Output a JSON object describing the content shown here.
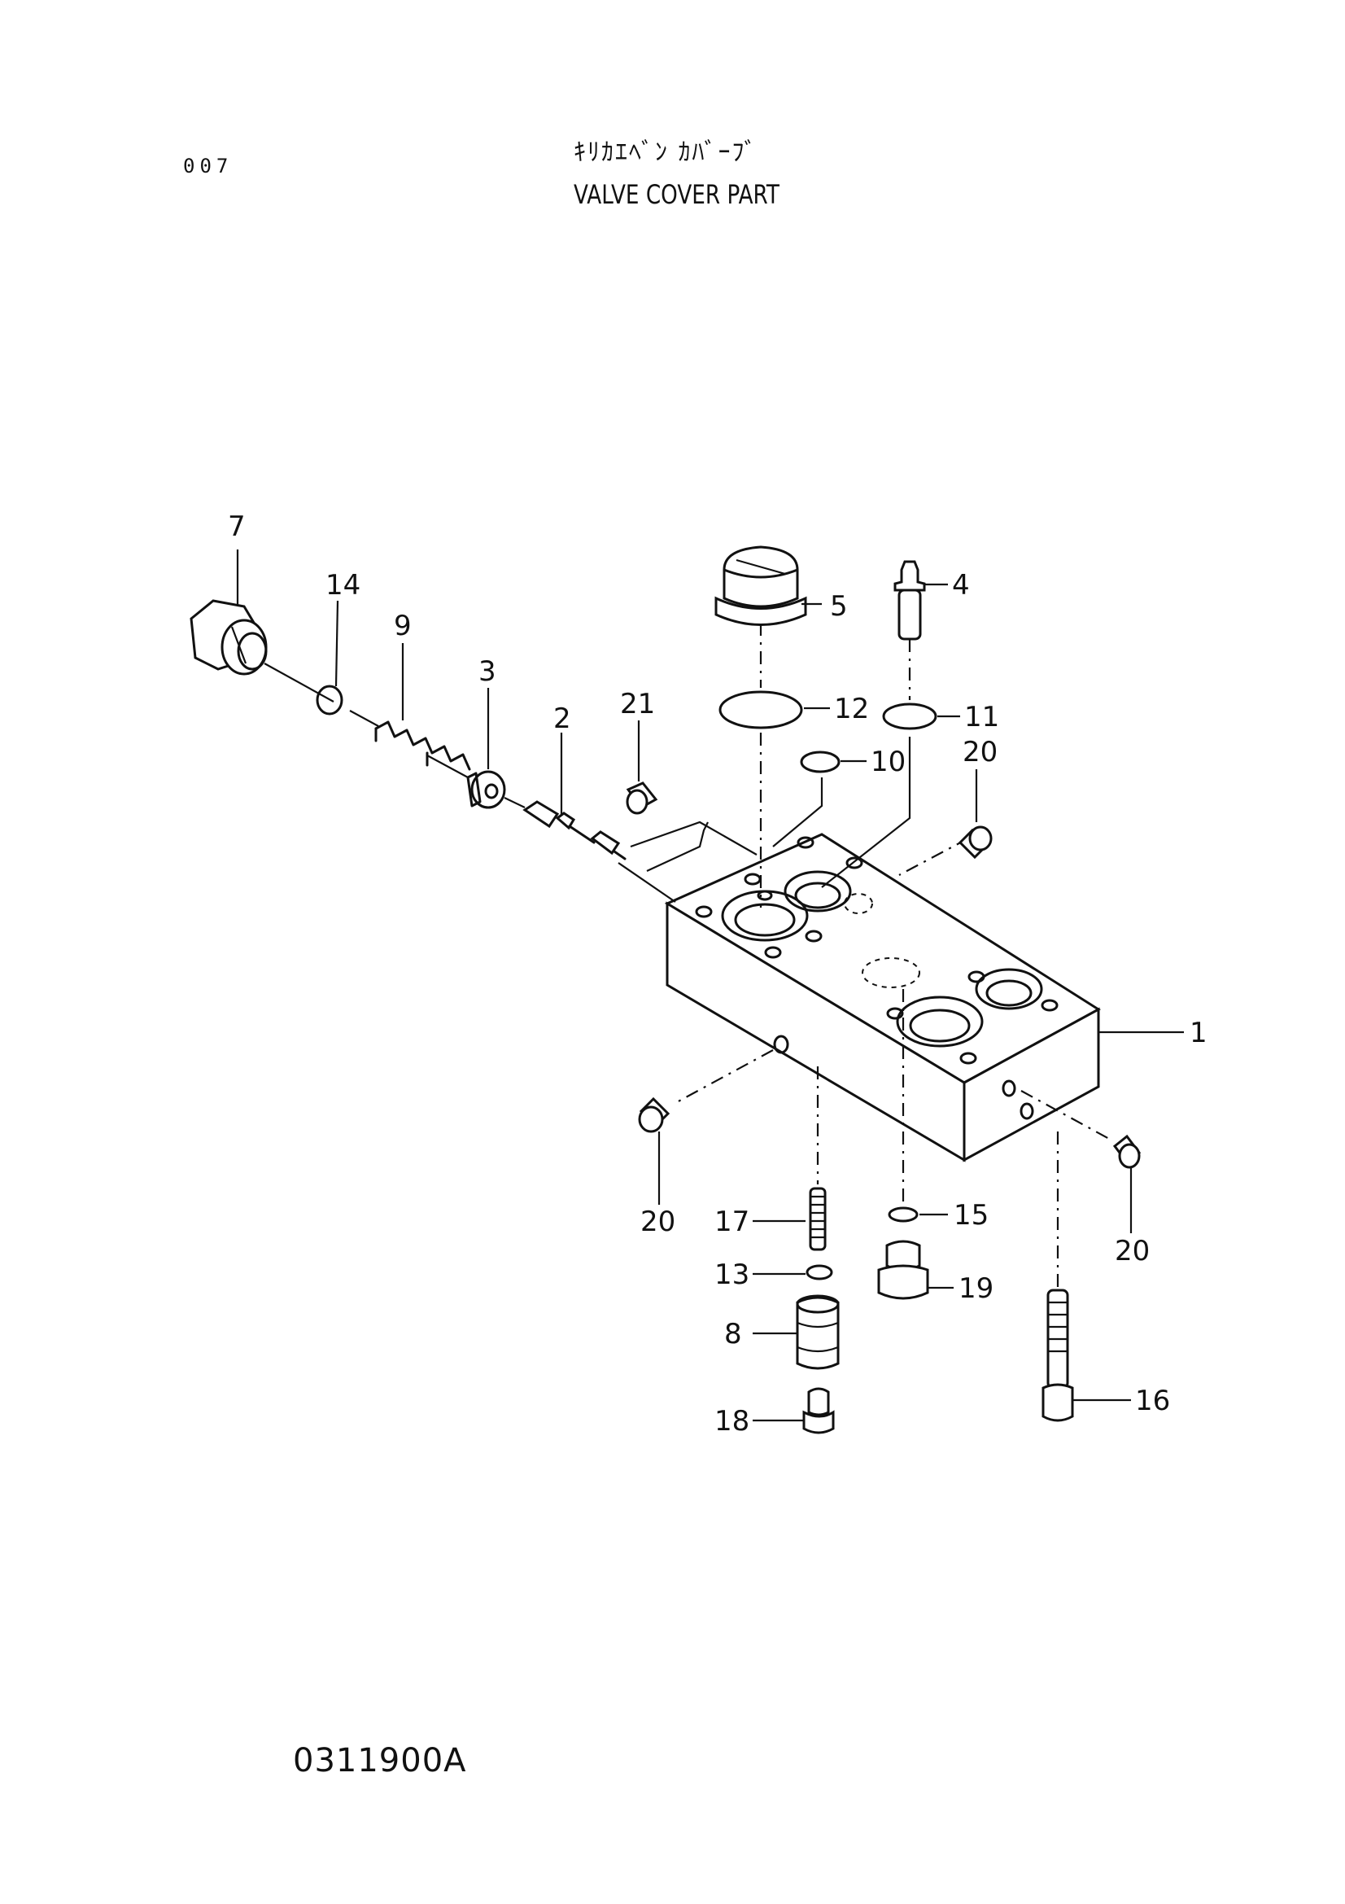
{
  "header": {
    "page_number": "007",
    "title_jp": "ｷﾘｶｴﾍﾞﾝ ｶﾊﾞｰﾌﾞ",
    "title_en": "VALVE COVER PART"
  },
  "footer": {
    "drawing_code": "0311900A"
  },
  "callouts": [
    {
      "id": "c7",
      "label": "7"
    },
    {
      "id": "c14",
      "label": "14"
    },
    {
      "id": "c9",
      "label": "9"
    },
    {
      "id": "c3",
      "label": "3"
    },
    {
      "id": "c2",
      "label": "2"
    },
    {
      "id": "c21",
      "label": "21"
    },
    {
      "id": "c5",
      "label": "5"
    },
    {
      "id": "c4",
      "label": "4"
    },
    {
      "id": "c12",
      "label": "12"
    },
    {
      "id": "c11",
      "label": "11"
    },
    {
      "id": "c10",
      "label": "10"
    },
    {
      "id": "c20a",
      "label": "20"
    },
    {
      "id": "c1",
      "label": "1"
    },
    {
      "id": "c20b",
      "label": "20"
    },
    {
      "id": "c20c",
      "label": "20"
    },
    {
      "id": "c17",
      "label": "17"
    },
    {
      "id": "c15",
      "label": "15"
    },
    {
      "id": "c13",
      "label": "13"
    },
    {
      "id": "c19",
      "label": "19"
    },
    {
      "id": "c8",
      "label": "8"
    },
    {
      "id": "c16",
      "label": "16"
    },
    {
      "id": "c18",
      "label": "18"
    }
  ]
}
